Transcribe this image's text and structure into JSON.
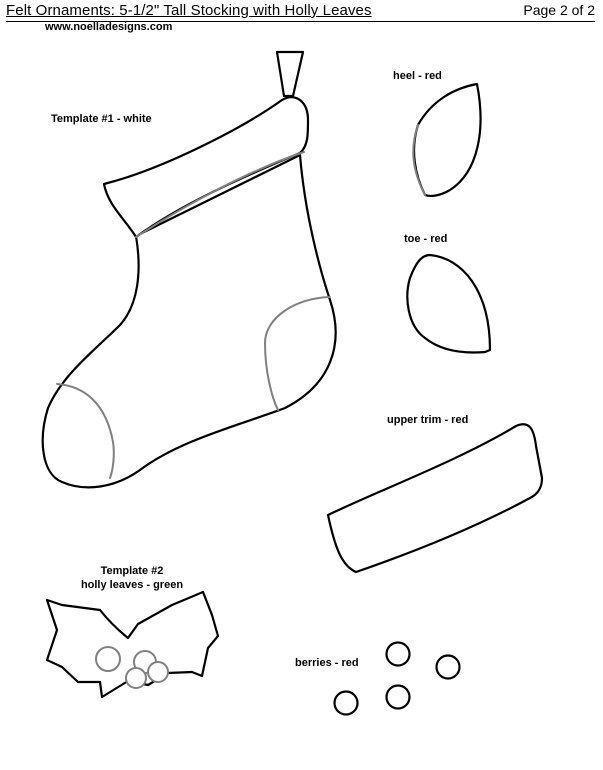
{
  "header": {
    "title": "Felt Ornaments:  5-1/2\" Tall Stocking with Holly Leaves",
    "page": "Page 2 of 2",
    "url": "www.noelladesigns.com"
  },
  "labels": {
    "template1": "Template #1 - white",
    "heel": "heel - red",
    "toe": "toe - red",
    "upper_trim": "upper trim - red",
    "template2": "Template #2",
    "holly": "holly leaves - green",
    "berries": "berries - red"
  }
}
